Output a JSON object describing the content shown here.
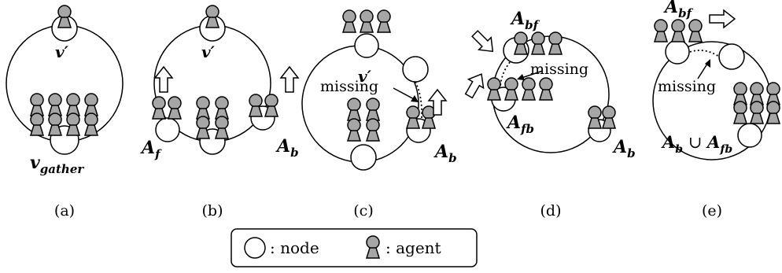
{
  "panels": [
    {
      "caption": "(a)",
      "labels": {
        "top": "v′",
        "bottom": "v",
        "bottom_sub": "gather"
      }
    },
    {
      "caption": "(b)",
      "labels": {
        "top": "v′",
        "left": "A",
        "left_sub": "f",
        "right": "A",
        "right_sub": "b"
      }
    },
    {
      "caption": "(c)",
      "labels": {
        "top": "v′",
        "missing": "missing",
        "right": "A",
        "right_sub": "b"
      }
    },
    {
      "caption": "(d)",
      "labels": {
        "top": "A",
        "top_sub": "bf",
        "missing": "missing",
        "left": "A",
        "left_sub": "fb",
        "right": "A",
        "right_sub": "b"
      }
    },
    {
      "caption": "(e)",
      "labels": {
        "top": "A",
        "top_sub": "bf",
        "missing": "missing",
        "union_left": "A",
        "union_left_sub": "b",
        "union_op": " ∪ ",
        "union_right": "A",
        "union_right_sub": "fb"
      }
    }
  ],
  "legend": {
    "node_label": ": node",
    "agent_label": ": agent"
  },
  "colors": {
    "agent_fill": "#a6a6a6",
    "stroke": "#000000",
    "node_fill": "#ffffff"
  },
  "icons": {
    "node": "circle-node-icon",
    "agent": "pawn-agent-icon",
    "arrow": "hollow-arrow-icon"
  }
}
